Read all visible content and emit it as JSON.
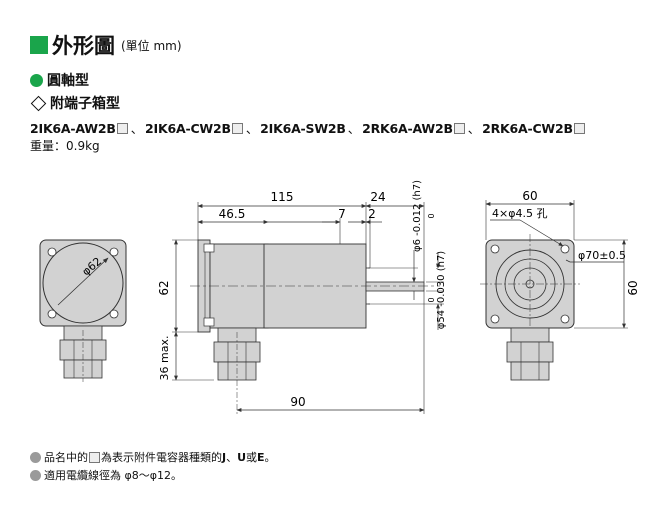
{
  "header": {
    "title": "外形圖",
    "unit": "(單位 mm)"
  },
  "section": {
    "shaft_type": "圓軸型",
    "terminal_type": "附端子箱型"
  },
  "models": [
    {
      "name": "2IK6A-AW2B",
      "suffix_box": true
    },
    {
      "name": "2IK6A-CW2B",
      "suffix_box": true
    },
    {
      "name": "2IK6A-SW2B",
      "suffix_box": false
    },
    {
      "name": "2RK6A-AW2B",
      "suffix_box": true
    },
    {
      "name": "2RK6A-CW2B",
      "suffix_box": true
    }
  ],
  "model_separator": "、",
  "weight": "重量：0.9kg",
  "dimensions": {
    "d62": "φ62",
    "h62": "62",
    "l115": "115",
    "l46_5": "46.5",
    "l7": "7",
    "l24": "24",
    "l2": "2",
    "l90": "90",
    "h36": "36 max.",
    "shaft6": "φ6 -0.012 (h7)",
    "pilot54": "φ54 -0.030 (h7)",
    "zero1": "0",
    "zero2": "0",
    "w60": "60",
    "h60": "60",
    "holes": "4×φ4.5 孔",
    "pcd": "φ70±0.5"
  },
  "notes": {
    "note1_a": "品名中的",
    "note1_b": "為表示附件電容器種類的",
    "note1_c": "J",
    "note1_d": "、",
    "note1_e": "U",
    "note1_f": "或",
    "note1_g": "E",
    "note1_h": "。",
    "note2": "適用電纜線徑為 φ8～φ12。"
  },
  "colors": {
    "accent": "#1aa54b",
    "motor_gray": "#d2d2d2",
    "dim_line": "#333333"
  }
}
